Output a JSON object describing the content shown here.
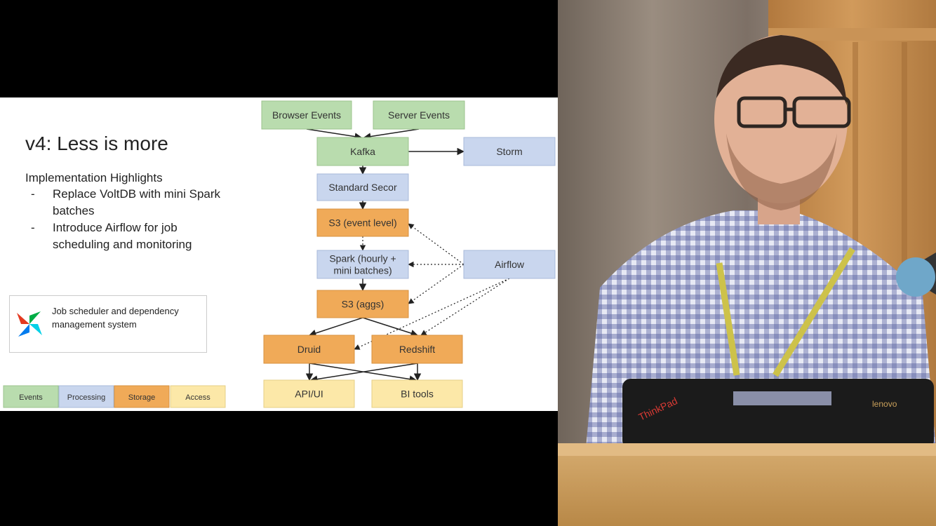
{
  "slide": {
    "title": "v4: Less is more",
    "highlights_heading": "Implementation Highlights",
    "bullets": [
      {
        "dash": "-",
        "text": "Replace VoltDB with mini Spark batches"
      },
      {
        "dash": "-",
        "text": "Introduce Airflow for job scheduling and monitoring"
      }
    ],
    "airflow_card": {
      "logo_icon": "airflow-pinwheel-logo",
      "text": "Job scheduler and dependency management system"
    }
  },
  "diagram": {
    "nodes": [
      {
        "id": "browser",
        "lines": [
          "Browser Events"
        ],
        "category": "events"
      },
      {
        "id": "server",
        "lines": [
          "Server Events"
        ],
        "category": "events"
      },
      {
        "id": "kafka",
        "lines": [
          "Kafka"
        ],
        "category": "events"
      },
      {
        "id": "storm",
        "lines": [
          "Storm"
        ],
        "category": "processing"
      },
      {
        "id": "secor",
        "lines": [
          "Standard Secor"
        ],
        "category": "processing"
      },
      {
        "id": "s3event",
        "lines": [
          "S3 (event level)"
        ],
        "category": "storage"
      },
      {
        "id": "spark",
        "lines": [
          "Spark (hourly +",
          "mini batches)"
        ],
        "category": "processing"
      },
      {
        "id": "airflow",
        "lines": [
          "Airflow"
        ],
        "category": "processing"
      },
      {
        "id": "s3aggs",
        "lines": [
          "S3 (aggs)"
        ],
        "category": "storage"
      },
      {
        "id": "druid",
        "lines": [
          "Druid"
        ],
        "category": "storage"
      },
      {
        "id": "redshift",
        "lines": [
          "Redshift"
        ],
        "category": "storage"
      },
      {
        "id": "apiui",
        "lines": [
          "API/UI"
        ],
        "category": "access"
      },
      {
        "id": "bitools",
        "lines": [
          "BI tools"
        ],
        "category": "access"
      }
    ],
    "edges": [
      {
        "from": "browser",
        "to": "kafka",
        "style": "solid"
      },
      {
        "from": "server",
        "to": "kafka",
        "style": "solid"
      },
      {
        "from": "kafka",
        "to": "storm",
        "style": "solid"
      },
      {
        "from": "kafka",
        "to": "secor",
        "style": "solid"
      },
      {
        "from": "secor",
        "to": "s3event",
        "style": "solid"
      },
      {
        "from": "s3event",
        "to": "spark",
        "style": "dotted"
      },
      {
        "from": "spark",
        "to": "s3aggs",
        "style": "solid"
      },
      {
        "from": "s3aggs",
        "to": "druid",
        "style": "solid"
      },
      {
        "from": "s3aggs",
        "to": "redshift",
        "style": "solid"
      },
      {
        "from": "druid",
        "to": "apiui",
        "style": "solid"
      },
      {
        "from": "druid",
        "to": "bitools",
        "style": "solid"
      },
      {
        "from": "redshift",
        "to": "apiui",
        "style": "solid"
      },
      {
        "from": "redshift",
        "to": "bitools",
        "style": "solid"
      },
      {
        "from": "airflow",
        "to": "spark",
        "style": "dotted"
      },
      {
        "from": "airflow",
        "to": "s3event",
        "style": "dotted"
      },
      {
        "from": "airflow",
        "to": "s3aggs",
        "style": "dotted"
      },
      {
        "from": "airflow",
        "to": "druid",
        "style": "dotted"
      },
      {
        "from": "airflow",
        "to": "redshift",
        "style": "dotted"
      }
    ],
    "legend": [
      {
        "category": "events",
        "label": "Events"
      },
      {
        "category": "processing",
        "label": "Processing"
      },
      {
        "category": "storage",
        "label": "Storage"
      },
      {
        "category": "access",
        "label": "Access"
      }
    ],
    "colors": {
      "events": {
        "fill": "#b9dcae",
        "stroke": "#9cc38e"
      },
      "processing": {
        "fill": "#c9d6ee",
        "stroke": "#a8b9d9"
      },
      "storage": {
        "fill": "#f0aa58",
        "stroke": "#d8923f"
      },
      "access": {
        "fill": "#fce8a8",
        "stroke": "#e6cf86"
      }
    }
  },
  "photo": {
    "laptop_brand": "ThinkPad",
    "laptop_brand_right": "lenovo"
  }
}
